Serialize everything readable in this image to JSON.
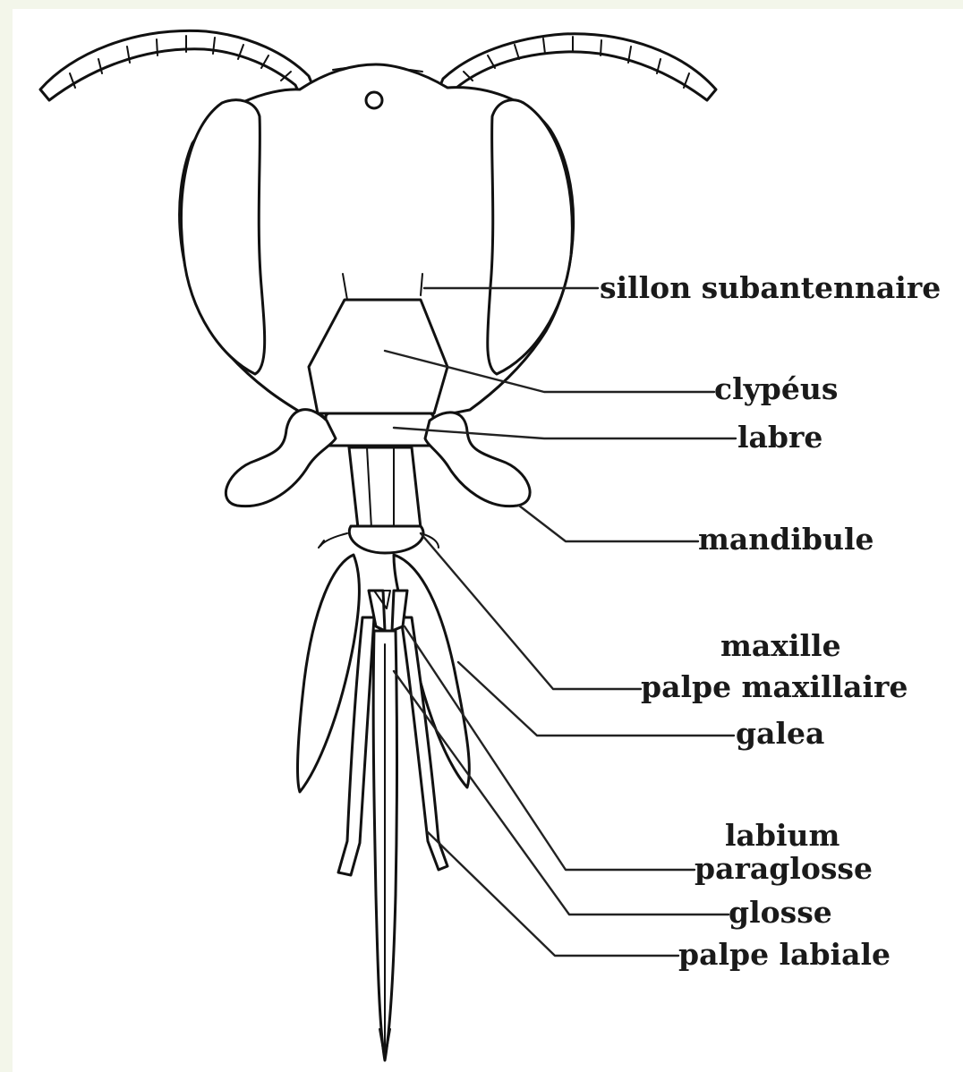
{
  "diagram": {
    "subject": "bee head, frontal view, with mouthparts",
    "labels": {
      "sillon_subantennaire": "sillon subantennaire",
      "clypeus": "clypéus",
      "labre": "labre",
      "mandibule": "mandibule",
      "maxille": "maxille",
      "palpe_maxillaire": "palpe maxillaire",
      "galea": "galea",
      "labium": "labium",
      "paraglosse": "paraglosse",
      "glosse": "glosse",
      "palpe_labiale": "palpe labiale"
    },
    "colors": {
      "ink": "#111111",
      "paper": "#ffffff",
      "border": "#f3f6ea"
    }
  }
}
